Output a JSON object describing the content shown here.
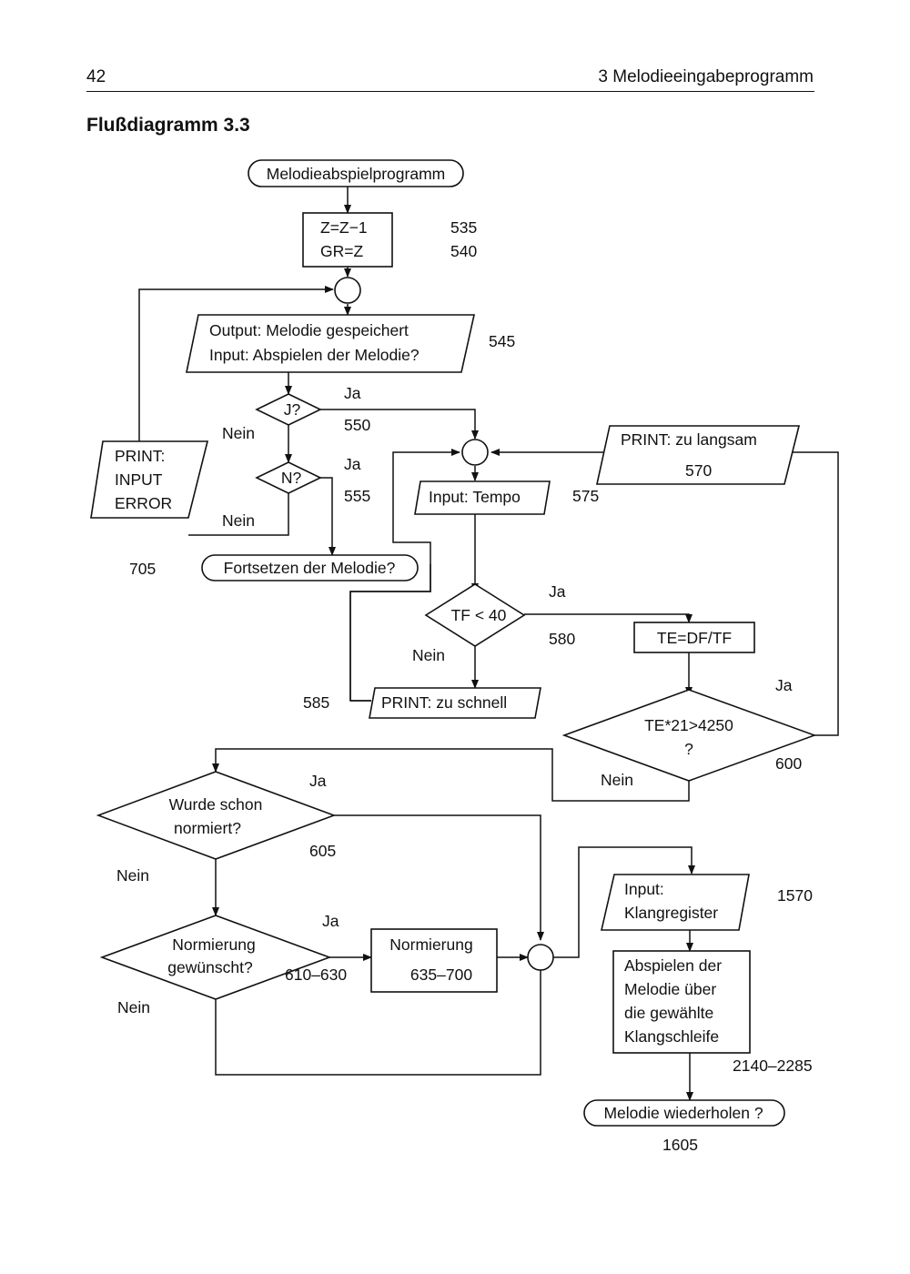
{
  "header": {
    "page_number": "42",
    "chapter_title": "3 Melodieeingabeprogramm"
  },
  "figure_title": "Flußdiagramm 3.3",
  "nodes": {
    "start": "Melodieabspielprogramm",
    "assign_line1": "Z=Z−1",
    "assign_line2": "GR=Z",
    "output_line1": "Output: Melodie gespeichert",
    "output_line2": "Input: Abspielen der Melodie?",
    "decision_j": "J?",
    "decision_n": "N?",
    "print_error_line1": "PRINT:",
    "print_error_line2": "INPUT",
    "print_error_line3": "ERROR",
    "continue_melody": "Fortsetzen der Melodie?",
    "print_slow_line1": "PRINT: zu langsam",
    "print_slow_line2": "570",
    "input_tempo": "Input: Tempo",
    "decision_tf": "TF < 40",
    "tempo_calc": "TE=DF/TF",
    "print_fast": "PRINT: zu schnell",
    "decision_te_line1": "TE*21>4250",
    "decision_te_line2": "?",
    "decision_normalized_line1": "Wurde schon",
    "decision_normalized_line2": "normiert?",
    "decision_wanted_line1": "Normierung",
    "decision_wanted_line2": "gewünscht?",
    "normalize_line1": "Normierung",
    "normalize_line2": "635–700",
    "input_register_line1": "Input:",
    "input_register_line2": "Klangregister",
    "play_line1": "Abspielen der",
    "play_line2": "Melodie über",
    "play_line3": "die gewählte",
    "play_line4": "Klangschleife",
    "repeat_melody": "Melodie wiederholen ?"
  },
  "line_numbers": {
    "n535": "535",
    "n540": "540",
    "n545": "545",
    "n550": "550",
    "n555": "555",
    "n575": "575",
    "n705": "705",
    "n580": "580",
    "n585": "585",
    "n600": "600",
    "n605": "605",
    "n610": "610–630",
    "n1570": "1570",
    "n2140": "2140–2285",
    "n1605": "1605"
  },
  "branch_labels": {
    "yes": "Ja",
    "no": "Nein"
  }
}
